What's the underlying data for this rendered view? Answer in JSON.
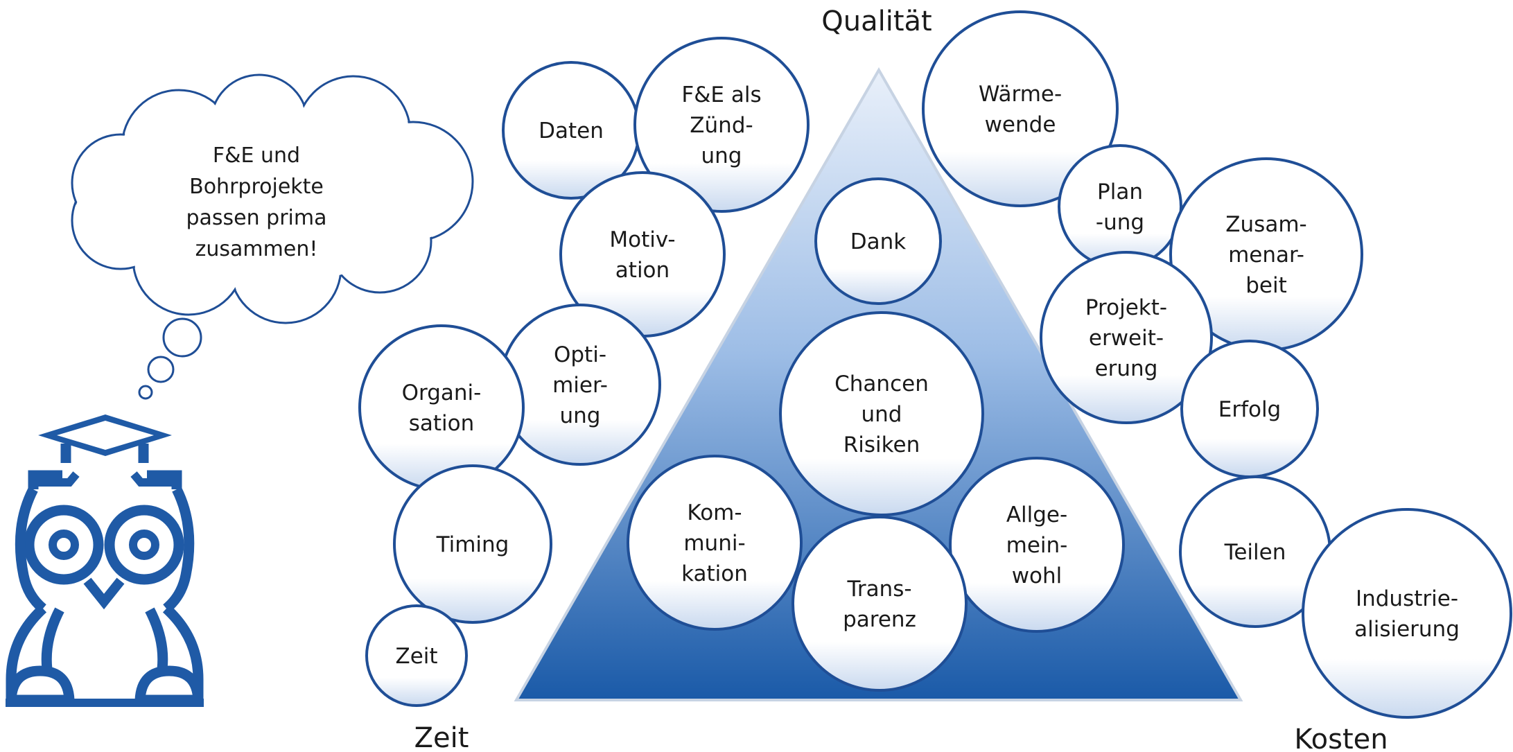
{
  "corners": {
    "top": "Qualität",
    "bottom_left": "Zeit",
    "bottom_right": "Kosten"
  },
  "thought": {
    "lines": [
      "F&E und",
      "Bohrprojekte",
      "passen prima",
      "zusammen!"
    ]
  },
  "colors": {
    "accent": "#1f4e96",
    "stroke": "#1f4e96",
    "triangle_top": "#e9f0fa",
    "triangle_bottom": "#1a5aa8"
  },
  "icons": [
    "owl-mascot-icon",
    "thought-cloud-icon"
  ],
  "bubbles": [
    {
      "id": "daten",
      "lines": [
        "Daten"
      ]
    },
    {
      "id": "fue-als-zuendung",
      "lines": [
        "F&E als",
        "Zünd-",
        "ung"
      ]
    },
    {
      "id": "motivation",
      "lines": [
        "Motiv-",
        "ation"
      ]
    },
    {
      "id": "optimierung",
      "lines": [
        "Opti-",
        "mier-",
        "ung"
      ]
    },
    {
      "id": "organisation",
      "lines": [
        "Organi-",
        "sation"
      ]
    },
    {
      "id": "timing",
      "lines": [
        "Timing"
      ]
    },
    {
      "id": "zeit",
      "lines": [
        "Zeit"
      ]
    },
    {
      "id": "dank",
      "lines": [
        "Dank"
      ]
    },
    {
      "id": "chancen-und-risiken",
      "lines": [
        "Chancen",
        "und",
        "Risiken"
      ]
    },
    {
      "id": "kommunikation",
      "lines": [
        "Kom-",
        "muni-",
        "kation"
      ]
    },
    {
      "id": "allgemeinwohl",
      "lines": [
        "Allge-",
        "mein-",
        "wohl"
      ]
    },
    {
      "id": "transparenz",
      "lines": [
        "Trans-",
        "parenz"
      ]
    },
    {
      "id": "waermewende",
      "lines": [
        "Wärme-",
        "wende"
      ]
    },
    {
      "id": "planung",
      "lines": [
        "Plan",
        "-ung"
      ]
    },
    {
      "id": "zusammenarbeit",
      "lines": [
        "Zusam-",
        "menar-",
        "beit"
      ]
    },
    {
      "id": "projekterweiterung",
      "lines": [
        "Projekt-",
        "erweit-",
        "erung"
      ]
    },
    {
      "id": "erfolg",
      "lines": [
        "Erfolg"
      ]
    },
    {
      "id": "teilen",
      "lines": [
        "Teilen"
      ]
    },
    {
      "id": "industrialisierung",
      "lines": [
        "Industrie-",
        "alisierung"
      ]
    }
  ]
}
